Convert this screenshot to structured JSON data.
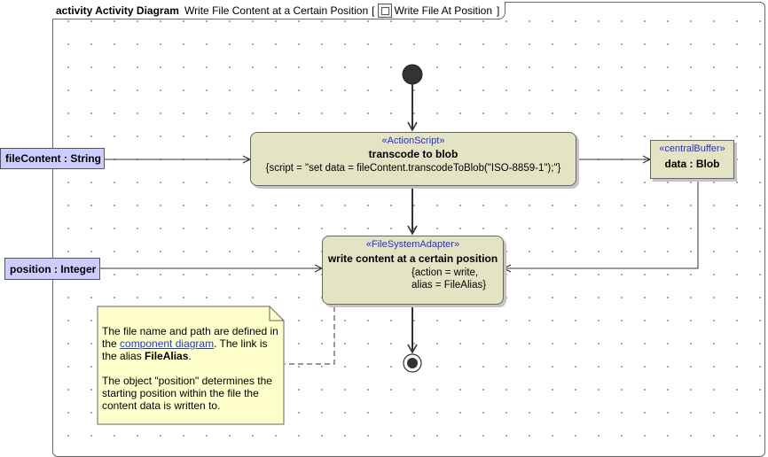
{
  "frame": {
    "keyword": "activity Activity Diagram",
    "name": "Write File Content at a Certain Position",
    "bracket_open": "[",
    "owner": "Write File At Position",
    "bracket_close": "]"
  },
  "actions": {
    "transcode": {
      "stereotype": "«ActionScript»",
      "name": "transcode to blob",
      "tagged_value": "{script = \"set data = fileContent.transcodeToBlob(\"ISO-8859-1\");\"}"
    },
    "write": {
      "stereotype": "«FileSystemAdapter»",
      "name": "write content at a certain position",
      "tagged_value_line1": "{action = write,",
      "tagged_value_line2": "alias = FileAlias}"
    }
  },
  "parameters": {
    "file_content": "fileContent : String",
    "position": "position : Integer"
  },
  "buffer": {
    "stereotype": "«centralBuffer»",
    "name": "data : Blob"
  },
  "note": {
    "p1_a": "The file name and path are defined in the ",
    "p1_link": "component diagram",
    "p1_b": ". The link is the alias ",
    "p1_bold": "FileAlias",
    "p1_c": ".",
    "p2": "The object \"position\" determines the starting position within the file the content data is written to."
  },
  "colors": {
    "action_fill": "#e4e4c4",
    "parameter_fill": "#ccccff",
    "stereotype_text": "#2233cc",
    "note_fill": "#ffffcc"
  }
}
